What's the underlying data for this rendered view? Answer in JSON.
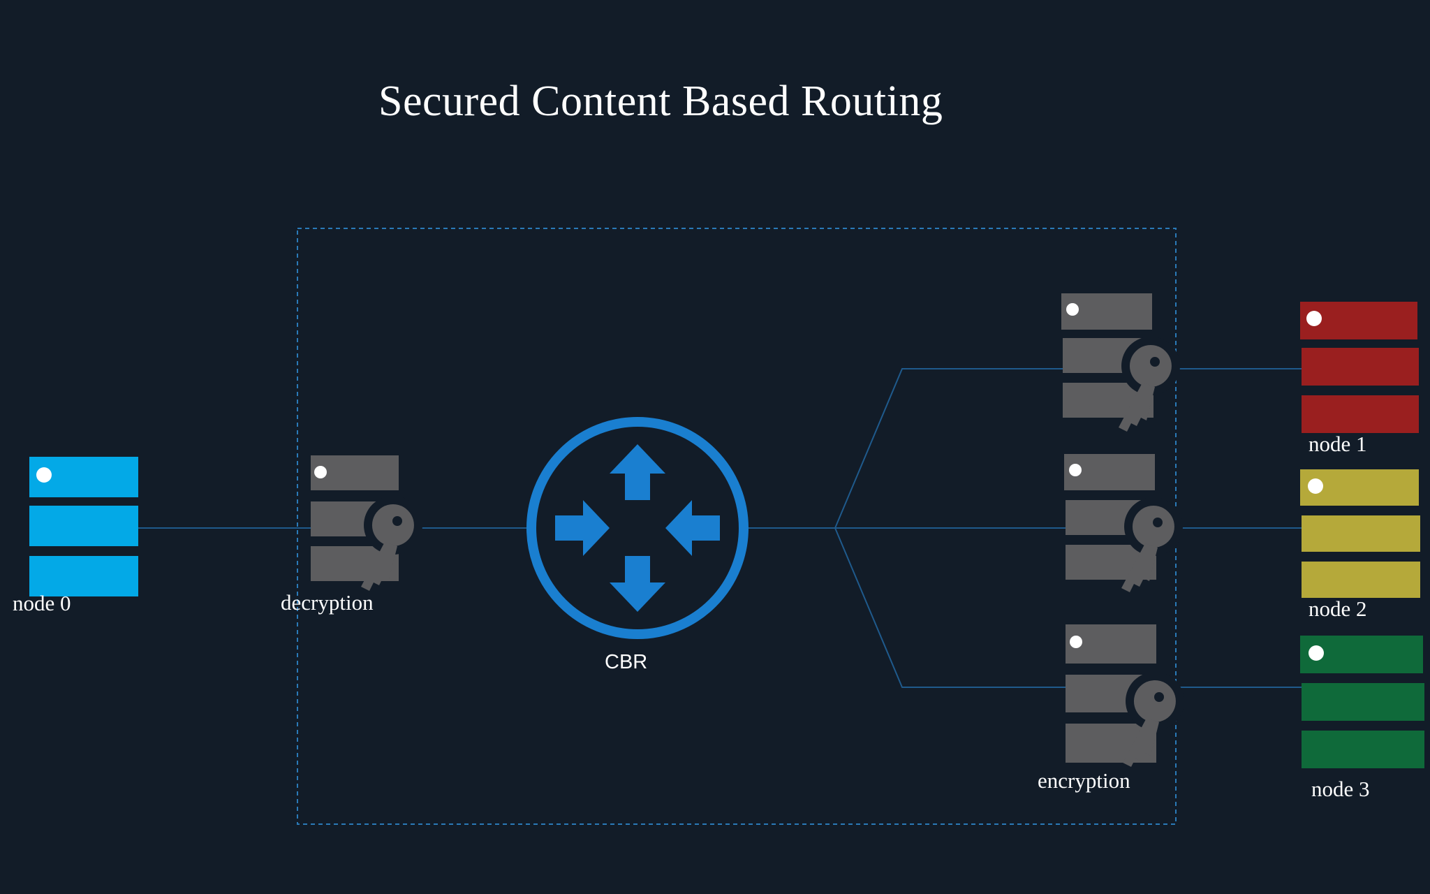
{
  "title": "Secured Content Based Routing",
  "labels": {
    "node0": "node 0",
    "decryption": "decryption",
    "cbr": "CBR",
    "encryption": "encryption",
    "node1": "node 1",
    "node2": "node 2",
    "node3": "node 3"
  },
  "colors": {
    "background": "#121c28",
    "connector": "#1f5a8c",
    "boundary": "#2a7ab8",
    "node0": "#03a9e7",
    "node1": "#9a1f1f",
    "node2": "#b5a93a",
    "node3": "#0f6a3a",
    "crypto_server": "#5d5d5f",
    "router": "#1a7fd0"
  },
  "icons": {
    "node0": "server-icon",
    "decryption": "server-key-icon",
    "cbr": "router-icon",
    "encryption": "server-key-icon",
    "node1": "server-icon",
    "node2": "server-icon",
    "node3": "server-icon"
  }
}
